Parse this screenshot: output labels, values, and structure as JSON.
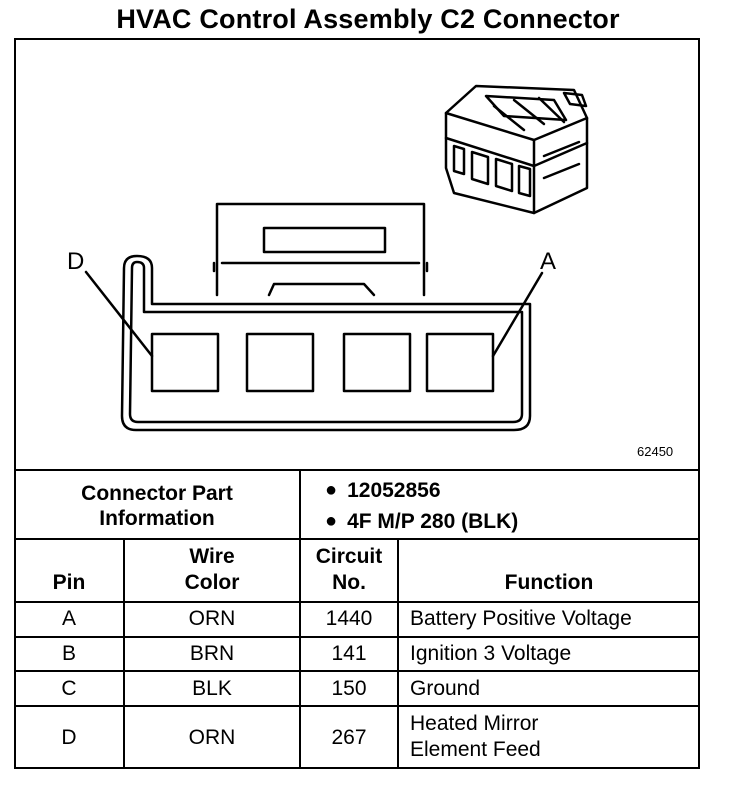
{
  "title": "HVAC Control Assembly C2 Connector",
  "diagram": {
    "labels": {
      "left": "D",
      "right": "A"
    },
    "figure_id": "62450"
  },
  "part_info": {
    "label": [
      "Connector Part",
      "Information"
    ],
    "items": [
      "12052856",
      "4F M/P 280 (BLK)"
    ]
  },
  "table": {
    "headers": {
      "pin": "Pin",
      "wire_color": [
        "Wire",
        "Color"
      ],
      "circuit_no": [
        "Circuit",
        "No."
      ],
      "function": "Function"
    },
    "rows": [
      {
        "pin": "A",
        "color": "ORN",
        "circuit": "1440",
        "function": [
          "Battery Positive Voltage"
        ]
      },
      {
        "pin": "B",
        "color": "BRN",
        "circuit": "141",
        "function": [
          "Ignition 3 Voltage"
        ]
      },
      {
        "pin": "C",
        "color": "BLK",
        "circuit": "150",
        "function": [
          "Ground"
        ]
      },
      {
        "pin": "D",
        "color": "ORN",
        "circuit": "267",
        "function": [
          "Heated Mirror",
          "Element Feed"
        ]
      }
    ]
  }
}
